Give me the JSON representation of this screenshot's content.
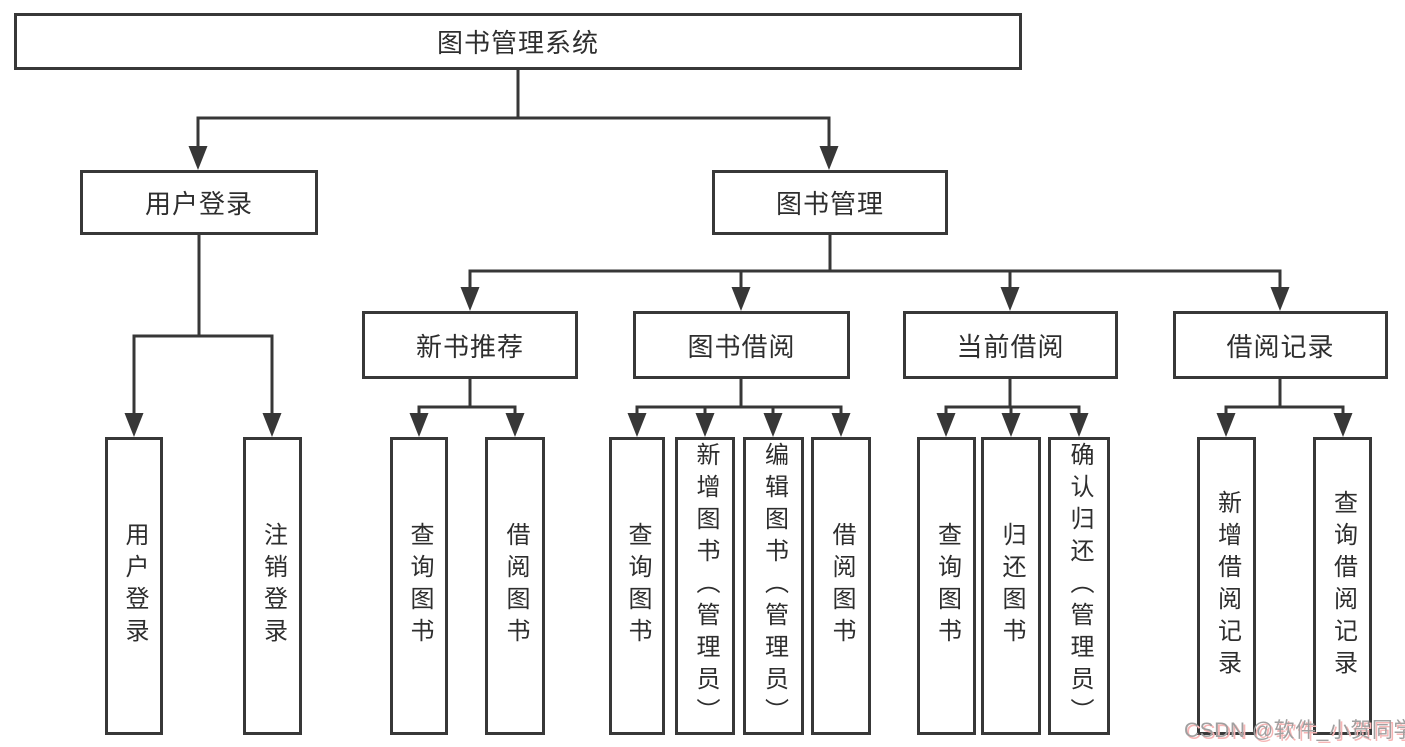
{
  "tree": {
    "root": {
      "label": "图书管理系统"
    },
    "children": [
      {
        "label": "用户登录",
        "children": [
          {
            "label": "用户登录"
          },
          {
            "label": "注销登录"
          }
        ]
      },
      {
        "label": "图书管理",
        "children": [
          {
            "label": "新书推荐",
            "children": [
              {
                "label": "查询图书"
              },
              {
                "label": "借阅图书"
              }
            ]
          },
          {
            "label": "图书借阅",
            "children": [
              {
                "label": "查询图书"
              },
              {
                "label": "新增图书（管理员）"
              },
              {
                "label": "编辑图书（管理员）"
              },
              {
                "label": "借阅图书"
              }
            ]
          },
          {
            "label": "当前借阅",
            "children": [
              {
                "label": "查询图书"
              },
              {
                "label": "归还图书"
              },
              {
                "label": "确认归还（管理员）"
              }
            ]
          },
          {
            "label": "借阅记录",
            "children": [
              {
                "label": "新增借阅记录"
              },
              {
                "label": "查询借阅记录"
              }
            ]
          }
        ]
      }
    ]
  },
  "watermark": {
    "text": "CSDN @软件_小贺同学"
  },
  "colors": {
    "background": "#ffffff",
    "line": "#373737",
    "box_border": "#383838",
    "text": "#2e2e2e",
    "watermark_text": "#a0a0a0",
    "watermark_shadow": "#f6b6b6"
  }
}
